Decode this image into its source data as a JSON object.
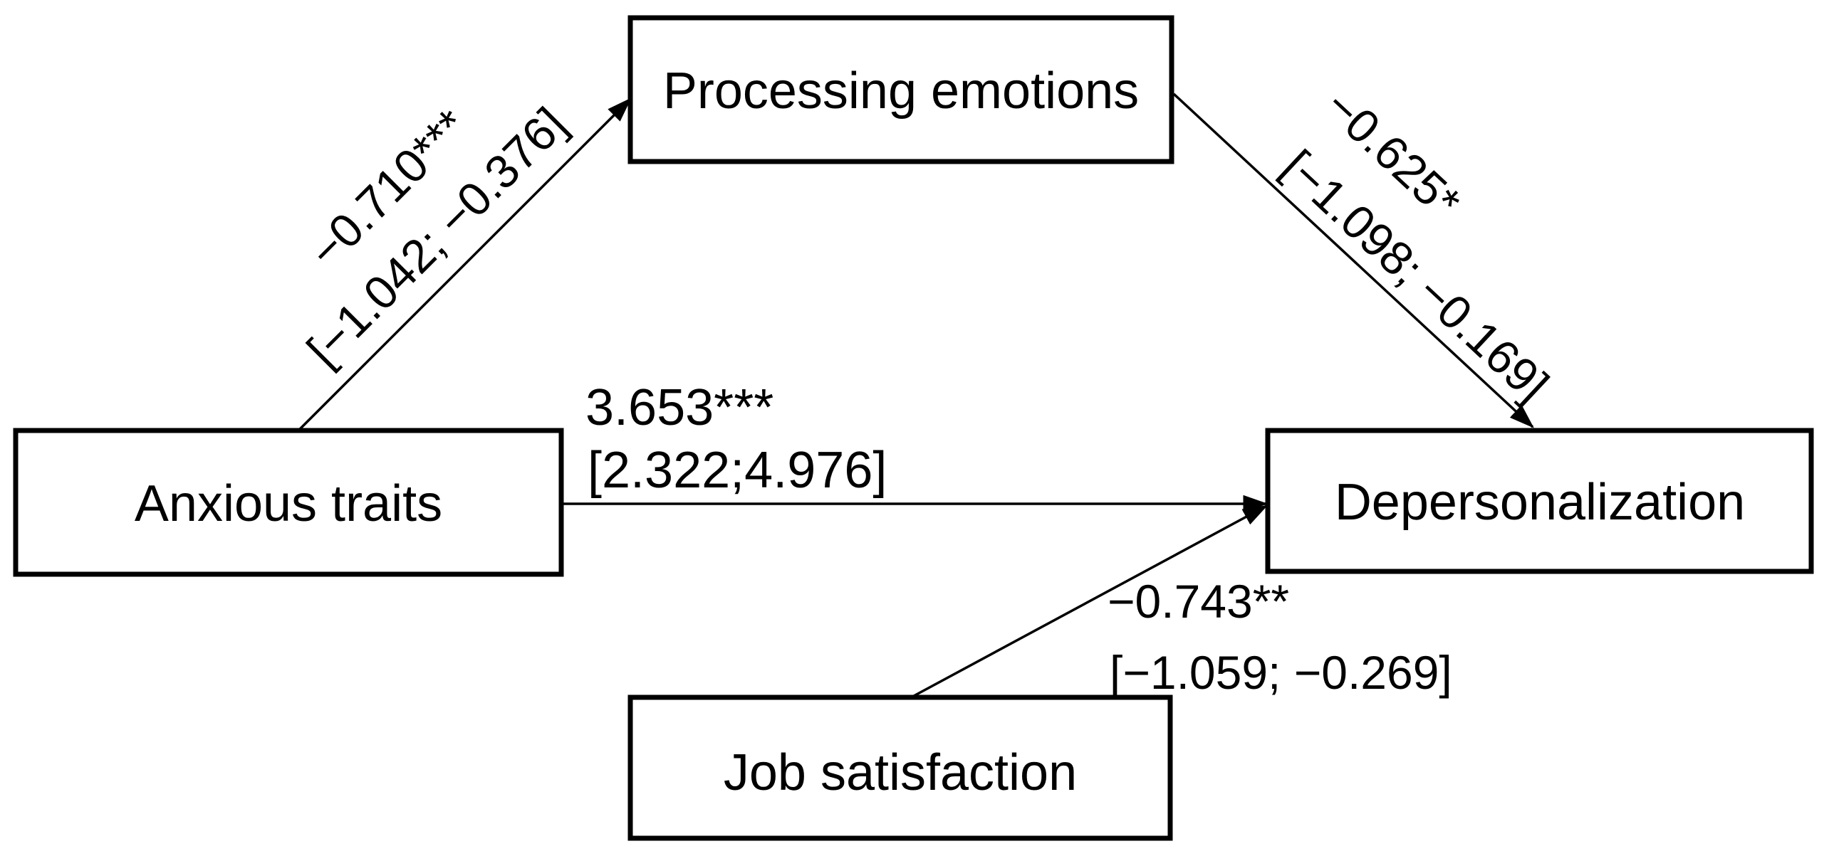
{
  "figure": {
    "type": "mediation-path-diagram",
    "nodes": {
      "processing_emotions": "Processing emotions",
      "anxious_traits": "Anxious traits",
      "depersonalization": "Depersonalization",
      "job_satisfaction": "Job satisfaction"
    },
    "paths": {
      "anxious_to_processing": {
        "coef": "−0.710***",
        "ci": "[−1.042; −0.376]"
      },
      "processing_to_depersonalization": {
        "coef": "−0.625*",
        "ci": "[−1.098; −0.169]"
      },
      "anxious_to_depersonalization": {
        "coef": "3.653***",
        "ci": "[2.322;4.976]"
      },
      "job_to_depersonalization": {
        "coef": "−0.743**",
        "ci": "[−1.059; −0.269]"
      }
    },
    "colors": {
      "ink": "#000000",
      "background": "#ffffff"
    }
  }
}
